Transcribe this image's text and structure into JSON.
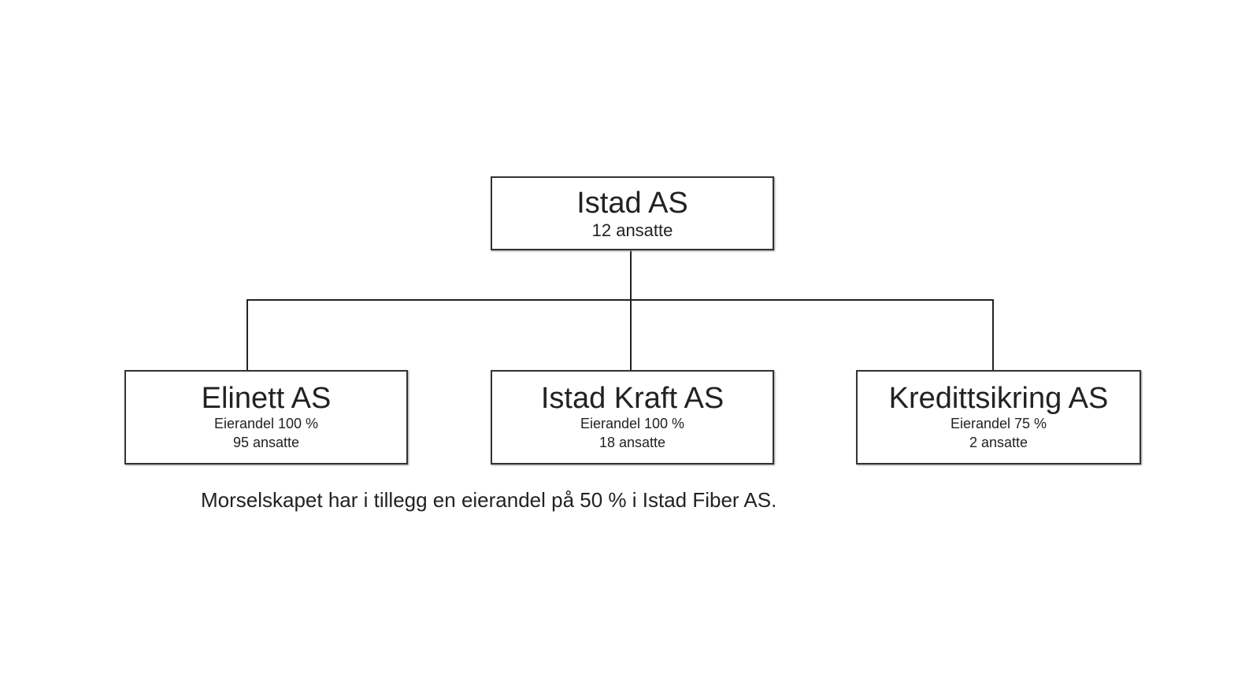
{
  "parent": {
    "name": "Istad AS",
    "employees": "12 ansatte"
  },
  "subsidiaries": [
    {
      "name": "Elinett AS",
      "ownership": "Eierandel 100 %",
      "employees": "95 ansatte"
    },
    {
      "name": "Istad Kraft AS",
      "ownership": "Eierandel 100 %",
      "employees": "18 ansatte"
    },
    {
      "name": "Kredittsikring AS",
      "ownership": "Eierandel 75 %",
      "employees": "2 ansatte"
    }
  ],
  "note": "Morselskapet har i tillegg en eierandel på 50 % i Istad Fiber AS."
}
